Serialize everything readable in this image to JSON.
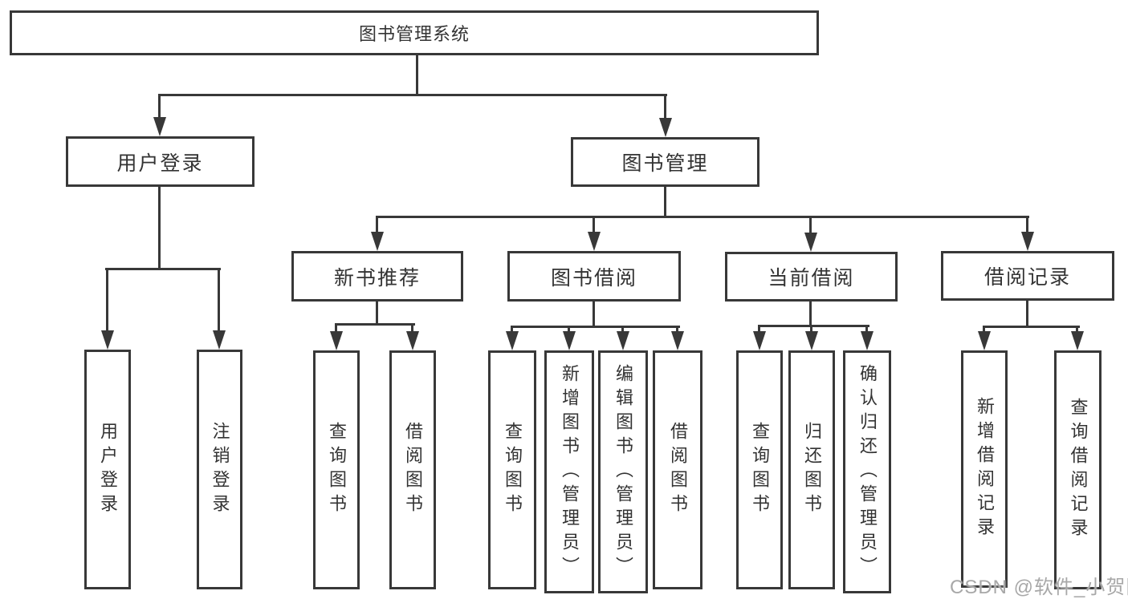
{
  "colors": {
    "line": "#383838",
    "box_background": "#ffffff",
    "label_text": "#333333",
    "watermark_text": "#a8a8a8",
    "page_background": "#ffffff"
  },
  "watermark": {
    "text": "CSDN @软件_小贺同学"
  },
  "nodes": {
    "root": {
      "label": "图书管理系统"
    },
    "user_login": {
      "label": "用户登录",
      "children": {
        "login": {
          "label": "用户登录"
        },
        "logout": {
          "label": "注销登录"
        }
      }
    },
    "book_mgmt": {
      "label": "图书管理"
    },
    "new_books": {
      "label": "新书推荐",
      "children": {
        "query_books": {
          "label": "查询图书"
        },
        "borrow_books": {
          "label": "借阅图书"
        }
      }
    },
    "book_borrow": {
      "label": "图书借阅",
      "children": {
        "query_books": {
          "label": "查询图书"
        },
        "add_books": {
          "label": "新增图书（管理员）"
        },
        "edit_books": {
          "label": "编辑图书（管理员）"
        },
        "borrow_books": {
          "label": "借阅图书"
        }
      }
    },
    "current_borrow": {
      "label": "当前借阅",
      "children": {
        "query_books": {
          "label": "查询图书"
        },
        "return_books": {
          "label": "归还图书"
        },
        "confirm_return": {
          "label": "确认归还（管理员）"
        }
      }
    },
    "borrow_records": {
      "label": "借阅记录",
      "children": {
        "add_record": {
          "label": "新增借阅记录"
        },
        "query_record": {
          "label": "查询借阅记录"
        }
      }
    }
  }
}
